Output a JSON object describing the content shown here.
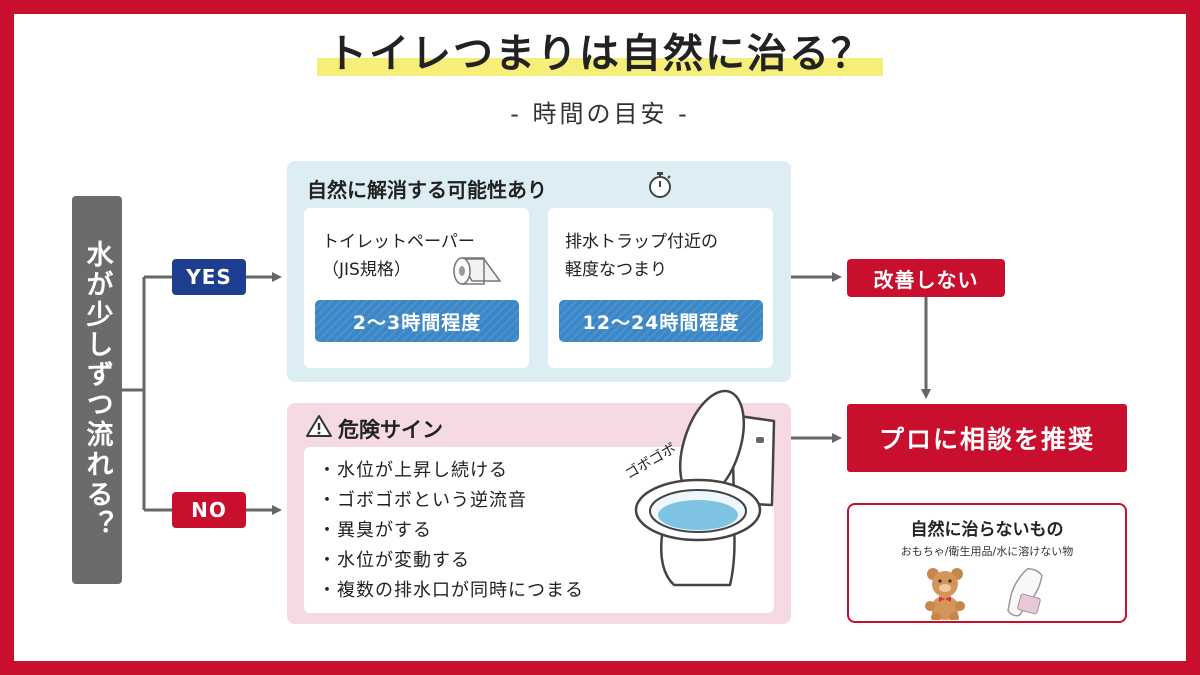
{
  "title": "トイレつまりは自然に治る？",
  "subtitle": "- 時間の目安 -",
  "question": "水が少しずつ流れる？",
  "yes_label": "YES",
  "no_label": "NO",
  "natural_panel": {
    "title": "自然に解消する可能性あり",
    "title_icon": "stopwatch-icon",
    "cards": [
      {
        "lines": [
          "トイレットペーパー",
          "（JIS規格）"
        ],
        "time": "2〜3時間程度",
        "icon": "toilet-paper-icon"
      },
      {
        "lines": [
          "排水トラップ付近の",
          "軽度なつまり"
        ],
        "time": "12〜24時間程度"
      }
    ]
  },
  "danger_panel": {
    "title": "危険サイン",
    "title_icon": "warning-icon",
    "items": [
      "・水位が上昇し続ける",
      "・ゴボゴボという逆流音",
      "・異臭がする",
      "・水位が変動する",
      "・複数の排水口が同時につまる"
    ],
    "sound_text": "ゴボゴボ",
    "illustration": "toilet-icon"
  },
  "no_improvement": "改善しない",
  "recommendation": "プロに相談を推奨",
  "note": {
    "title": "自然に治らないもの",
    "subtitle": "おもちゃ/衛生用品/水に溶けない物",
    "icons": [
      "teddy-bear-icon",
      "sanitary-pad-icon"
    ]
  },
  "colors": {
    "frame_red": "#c8102e",
    "yes_blue": "#1e3f8f",
    "panel_blue": "#dcedf3",
    "panel_pink": "#f5d9e4",
    "pill_blue": "#3a86c7",
    "vertical_gray": "#6b6b6b",
    "title_highlight": "#f5ef7a"
  }
}
